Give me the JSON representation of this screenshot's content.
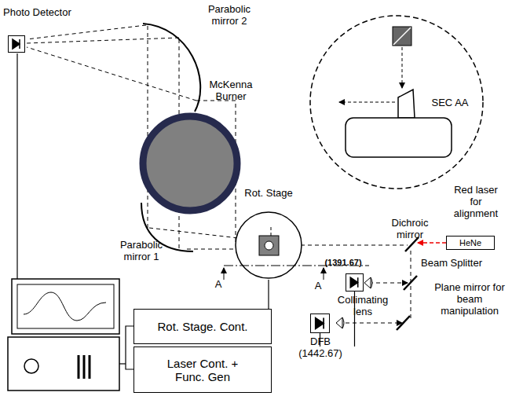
{
  "diagram": {
    "nodes": [
      {
        "text": [
          "Photo Detector"
        ]
      },
      {
        "text": [
          "Rot. Stage"
        ]
      },
      {
        "text": [
          "Red laser for alignment",
          "HeNe"
        ]
      },
      {
        "text": [
          "Rot. Stage. Cont."
        ]
      },
      {
        "text": [
          "Laser Cont. + Func. Gen"
        ]
      },
      {
        "text": [
          "DFB (1442.67)"
        ]
      },
      {
        "text": [
          "(1391.67)"
        ]
      }
    ],
    "edges": [
      {
        "from": 3,
        "to": 1,
        "arrow": "none"
      },
      {
        "from": 4,
        "to": 5,
        "arrow": "none"
      },
      {
        "from": 4,
        "to": 6,
        "arrow": "none"
      }
    ],
    "labels": [
      "Parabolic mirror 2",
      "McKenna Burner",
      "SEC AA",
      "Parabolic mirror 1",
      "Dichroic mirror",
      "Beam Splitter",
      "Plane mirror for beam manipulation",
      "Collimating lens",
      "A",
      "A"
    ]
  }
}
